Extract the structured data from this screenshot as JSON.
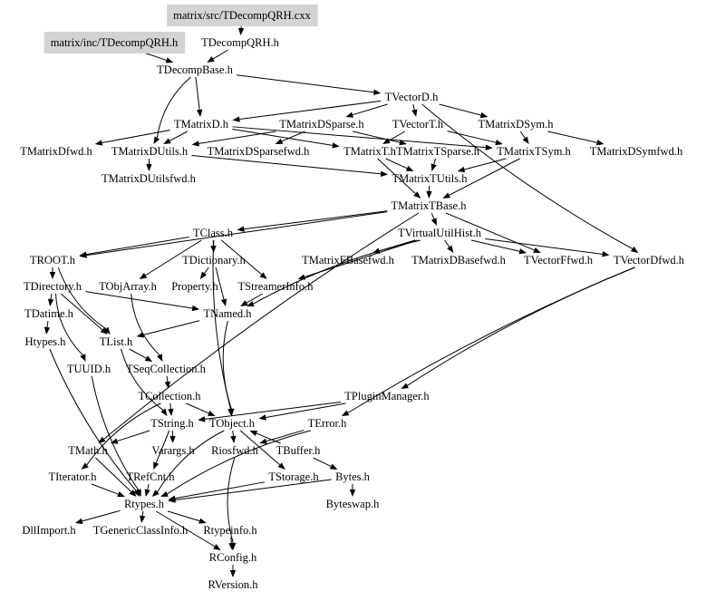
{
  "diagram": {
    "type": "include-dependency-graph",
    "colors": {
      "highlight_box": "#d3d3d3",
      "edge": "#000000",
      "text": "#000000",
      "background": "#ffffff"
    },
    "nodes": [
      {
        "id": "src_cxx",
        "label": "matrix/src/TDecompQRH.cxx",
        "highlighted": true
      },
      {
        "id": "inc_h",
        "label": "matrix/inc/TDecompQRH.h",
        "highlighted": true
      },
      {
        "id": "TDecompQRH",
        "label": "TDecompQRH.h"
      },
      {
        "id": "TDecompBase",
        "label": "TDecompBase.h"
      },
      {
        "id": "TVectorD",
        "label": "TVectorD.h"
      },
      {
        "id": "TMatrixD",
        "label": "TMatrixD.h"
      },
      {
        "id": "TMatrixDSparse",
        "label": "TMatrixDSparse.h"
      },
      {
        "id": "TVectorT",
        "label": "TVectorT.h"
      },
      {
        "id": "TMatrixDSym",
        "label": "TMatrixDSym.h"
      },
      {
        "id": "TMatrixDfwd",
        "label": "TMatrixDfwd.h"
      },
      {
        "id": "TMatrixDUtils",
        "label": "TMatrixDUtils.h"
      },
      {
        "id": "TMatrixDSparsefwd",
        "label": "TMatrixDSparsefwd.h"
      },
      {
        "id": "TMatrixT",
        "label": "TMatrixT.h"
      },
      {
        "id": "TMatrixTSparse",
        "label": "TMatrixTSparse.h"
      },
      {
        "id": "TMatrixTSym",
        "label": "TMatrixTSym.h"
      },
      {
        "id": "TMatrixDSymfwd",
        "label": "TMatrixDSymfwd.h"
      },
      {
        "id": "TMatrixDUtilsfwd",
        "label": "TMatrixDUtilsfwd.h"
      },
      {
        "id": "TMatrixTUtils",
        "label": "TMatrixTUtils.h"
      },
      {
        "id": "TMatrixTBase",
        "label": "TMatrixTBase.h"
      },
      {
        "id": "TClass",
        "label": "TClass.h"
      },
      {
        "id": "TVirtualUtilHist",
        "label": "TVirtualUtilHist.h"
      },
      {
        "id": "TROOT",
        "label": "TROOT.h"
      },
      {
        "id": "TDictionary",
        "label": "TDictionary.h"
      },
      {
        "id": "TMatrixFBasefwd",
        "label": "TMatrixFBasefwd.h"
      },
      {
        "id": "TMatrixDBasefwd",
        "label": "TMatrixDBasefwd.h"
      },
      {
        "id": "TVectorFfwd",
        "label": "TVectorFfwd.h"
      },
      {
        "id": "TVectorDfwd",
        "label": "TVectorDfwd.h"
      },
      {
        "id": "TDirectory",
        "label": "TDirectory.h"
      },
      {
        "id": "TObjArray",
        "label": "TObjArray.h"
      },
      {
        "id": "Property",
        "label": "Property.h"
      },
      {
        "id": "TStreamerInfo",
        "label": "TStreamerInfo.h"
      },
      {
        "id": "TDatime",
        "label": "TDatime.h"
      },
      {
        "id": "TNamed",
        "label": "TNamed.h"
      },
      {
        "id": "Htypes",
        "label": "Htypes.h"
      },
      {
        "id": "TList",
        "label": "TList.h"
      },
      {
        "id": "TUUID",
        "label": "TUUID.h"
      },
      {
        "id": "TSeqCollection",
        "label": "TSeqCollection.h"
      },
      {
        "id": "TCollection",
        "label": "TCollection.h"
      },
      {
        "id": "TPluginManager",
        "label": "TPluginManager.h"
      },
      {
        "id": "TString",
        "label": "TString.h"
      },
      {
        "id": "TObject",
        "label": "TObject.h"
      },
      {
        "id": "TError",
        "label": "TError.h"
      },
      {
        "id": "TMath",
        "label": "TMath.h"
      },
      {
        "id": "Varargs",
        "label": "Varargs.h"
      },
      {
        "id": "Riosfwd",
        "label": "Riosfwd.h"
      },
      {
        "id": "TBuffer",
        "label": "TBuffer.h"
      },
      {
        "id": "TIterator",
        "label": "TIterator.h"
      },
      {
        "id": "TRefCnt",
        "label": "TRefCnt.h"
      },
      {
        "id": "TStorage",
        "label": "TStorage.h"
      },
      {
        "id": "Bytes",
        "label": "Bytes.h"
      },
      {
        "id": "Rtypes",
        "label": "Rtypes.h"
      },
      {
        "id": "Byteswap",
        "label": "Byteswap.h"
      },
      {
        "id": "DllImport",
        "label": "DllImport.h"
      },
      {
        "id": "TGenericClassInfo",
        "label": "TGenericClassInfo.h"
      },
      {
        "id": "Rtypeinfo",
        "label": "Rtypeinfo.h"
      },
      {
        "id": "RConfig",
        "label": "RConfig.h"
      },
      {
        "id": "RVersion",
        "label": "RVersion.h"
      }
    ],
    "edges": [
      [
        "src_cxx",
        "TDecompQRH"
      ],
      [
        "inc_h",
        "TDecompBase"
      ],
      [
        "TDecompQRH",
        "TDecompBase"
      ],
      [
        "TDecompBase",
        "TVectorD"
      ],
      [
        "TDecompBase",
        "TMatrixD"
      ],
      [
        "TDecompBase",
        "TMatrixDUtils"
      ],
      [
        "TVectorD",
        "TMatrixD"
      ],
      [
        "TVectorD",
        "TVectorT"
      ],
      [
        "TVectorD",
        "TMatrixDSym"
      ],
      [
        "TVectorD",
        "TMatrixDSparse"
      ],
      [
        "TVectorD",
        "TVectorDfwd"
      ],
      [
        "TMatrixD",
        "TMatrixDfwd"
      ],
      [
        "TMatrixD",
        "TMatrixDUtils"
      ],
      [
        "TMatrixD",
        "TMatrixT"
      ],
      [
        "TMatrixD",
        "TMatrixTSym"
      ],
      [
        "TMatrixDSparse",
        "TMatrixDSparsefwd"
      ],
      [
        "TMatrixDSparse",
        "TMatrixDUtils"
      ],
      [
        "TMatrixDSparse",
        "TMatrixTSparse"
      ],
      [
        "TVectorT",
        "TMatrixT"
      ],
      [
        "TVectorT",
        "TMatrixTSym"
      ],
      [
        "TMatrixDSym",
        "TMatrixTSym"
      ],
      [
        "TMatrixDSym",
        "TMatrixDSymfwd"
      ],
      [
        "TMatrixDUtils",
        "TMatrixDUtilsfwd"
      ],
      [
        "TMatrixDUtils",
        "TMatrixTUtils"
      ],
      [
        "TMatrixT",
        "TMatrixTUtils"
      ],
      [
        "TMatrixT",
        "TMatrixTBase"
      ],
      [
        "TMatrixTSparse",
        "TMatrixTUtils"
      ],
      [
        "TMatrixTSym",
        "TMatrixTUtils"
      ],
      [
        "TMatrixTSym",
        "TMatrixTBase"
      ],
      [
        "TMatrixTUtils",
        "TMatrixTBase"
      ],
      [
        "TMatrixTBase",
        "TClass"
      ],
      [
        "TMatrixTBase",
        "TVirtualUtilHist"
      ],
      [
        "TMatrixTBase",
        "TROOT"
      ],
      [
        "TMatrixTBase",
        "TMath"
      ],
      [
        "TMatrixTBase",
        "TVectorFfwd"
      ],
      [
        "TVirtualUtilHist",
        "TMatrixFBasefwd"
      ],
      [
        "TVirtualUtilHist",
        "TMatrixDBasefwd"
      ],
      [
        "TVirtualUtilHist",
        "TVectorFfwd"
      ],
      [
        "TVirtualUtilHist",
        "TVectorDfwd"
      ],
      [
        "TVirtualUtilHist",
        "TStreamerInfo"
      ],
      [
        "TVirtualUtilHist",
        "TNamed"
      ],
      [
        "TClass",
        "TROOT"
      ],
      [
        "TClass",
        "TDictionary"
      ],
      [
        "TClass",
        "TObjArray"
      ],
      [
        "TClass",
        "TStreamerInfo"
      ],
      [
        "TClass",
        "TObject"
      ],
      [
        "TROOT",
        "TDirectory"
      ],
      [
        "TROOT",
        "TList"
      ],
      [
        "TDictionary",
        "Property"
      ],
      [
        "TDictionary",
        "TNamed"
      ],
      [
        "TStreamerInfo",
        "TNamed"
      ],
      [
        "TDirectory",
        "TDatime"
      ],
      [
        "TDirectory",
        "TNamed"
      ],
      [
        "TDirectory",
        "TList"
      ],
      [
        "TDirectory",
        "TUUID"
      ],
      [
        "TDatime",
        "Htypes"
      ],
      [
        "Htypes",
        "Rtypes"
      ],
      [
        "TObjArray",
        "TSeqCollection"
      ],
      [
        "TNamed",
        "TList"
      ],
      [
        "TNamed",
        "TObject"
      ],
      [
        "TList",
        "TSeqCollection"
      ],
      [
        "TList",
        "TString"
      ],
      [
        "TUUID",
        "Rtypes"
      ],
      [
        "TSeqCollection",
        "TCollection"
      ],
      [
        "TCollection",
        "TString"
      ],
      [
        "TCollection",
        "TObject"
      ],
      [
        "TCollection",
        "TIterator"
      ],
      [
        "TPluginManager",
        "TObject"
      ],
      [
        "TPluginManager",
        "TString"
      ],
      [
        "TVectorDfwd",
        "TPluginManager"
      ],
      [
        "TVectorDfwd",
        "TError"
      ],
      [
        "TString",
        "TMath"
      ],
      [
        "TString",
        "Varargs"
      ],
      [
        "TString",
        "TRefCnt"
      ],
      [
        "TObject",
        "Riosfwd"
      ],
      [
        "TObject",
        "TStorage"
      ],
      [
        "TObject",
        "Rtypes"
      ],
      [
        "TError",
        "Riosfwd"
      ],
      [
        "TError",
        "Rtypes"
      ],
      [
        "TBuffer",
        "Bytes"
      ],
      [
        "TBuffer",
        "TObject"
      ],
      [
        "TMath",
        "Rtypes"
      ],
      [
        "TIterator",
        "Rtypes"
      ],
      [
        "TRefCnt",
        "Rtypes"
      ],
      [
        "TStorage",
        "Rtypes"
      ],
      [
        "Bytes",
        "Byteswap"
      ],
      [
        "Bytes",
        "Rtypes"
      ],
      [
        "Riosfwd",
        "RConfig"
      ],
      [
        "Rtypes",
        "DllImport"
      ],
      [
        "Rtypes",
        "TGenericClassInfo"
      ],
      [
        "Rtypes",
        "Rtypeinfo"
      ],
      [
        "Rtypes",
        "RConfig"
      ],
      [
        "Rtypeinfo",
        "RConfig"
      ],
      [
        "RConfig",
        "RVersion"
      ]
    ]
  }
}
